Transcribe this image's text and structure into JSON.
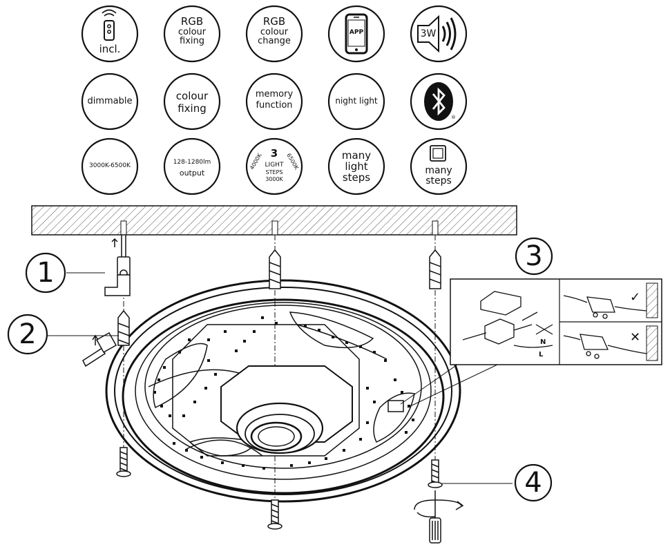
{
  "features": [
    {
      "name": "remote-included",
      "label": "incl.",
      "icon": "remote-control-icon"
    },
    {
      "name": "rgb-colour-fixing",
      "label_lines": [
        "RGB",
        "colour",
        "fixing"
      ]
    },
    {
      "name": "rgb-colour-change",
      "label_lines": [
        "RGB",
        "colour",
        "change"
      ]
    },
    {
      "name": "app-control",
      "label": "APP",
      "icon": "smartphone-icon"
    },
    {
      "name": "speaker-3w",
      "label": "3W",
      "icon": "speaker-icon"
    },
    {
      "name": "dimmable",
      "label": "dimmable"
    },
    {
      "name": "colour-fixing",
      "label_lines": [
        "colour",
        "fixing"
      ]
    },
    {
      "name": "memory-function",
      "label_lines": [
        "memory",
        "function"
      ]
    },
    {
      "name": "night-light",
      "label": "night light"
    },
    {
      "name": "bluetooth",
      "icon": "bluetooth-icon",
      "mark": "®"
    },
    {
      "name": "color-temperature",
      "label": "3000K-6500K"
    },
    {
      "name": "lumen-output",
      "label_lines": [
        "128-1280lm",
        "output"
      ]
    },
    {
      "name": "light-steps",
      "number": "3",
      "left_temp": "4000K",
      "right_temp": "6500K",
      "line1": "LIGHT",
      "line2": "STEPS",
      "bottom_temp": "3000K"
    },
    {
      "name": "many-light-steps",
      "label_lines": [
        "many",
        "light",
        "steps"
      ]
    },
    {
      "name": "many-steps",
      "label_lines": [
        "many",
        "steps"
      ],
      "icon": "wall-switch-icon"
    }
  ],
  "steps": [
    "1",
    "2",
    "3",
    "4"
  ],
  "wiring": {
    "neutral": "N",
    "live": "L",
    "correct_mark": "✓",
    "wrong_mark": "✕"
  },
  "colors": {
    "line": "#111111",
    "background": "#ffffff",
    "bluetooth_fill": "#111111"
  }
}
